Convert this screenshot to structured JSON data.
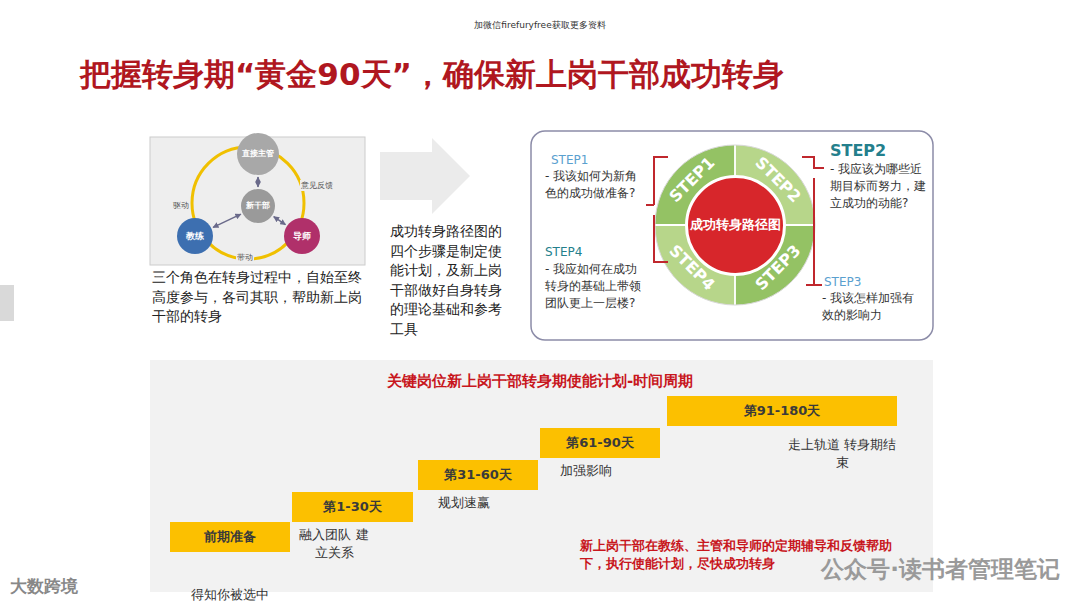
{
  "diagram": {
    "title": "把握转身期“黄金90天”，确保新上岗干部成功转身",
    "nodes": [
      {
        "text": [
          "直接主管"
        ]
      },
      {
        "text": [
          "新干部"
        ]
      },
      {
        "text": [
          "教练"
        ]
      },
      {
        "text": [
          "导师"
        ]
      },
      {
        "text": [
          "成功转身路径图"
        ]
      },
      {
        "text": [
          "前期准备",
          "得知你被选中"
        ]
      },
      {
        "text": [
          "第1-30天",
          "融入团队 建立关系"
        ]
      },
      {
        "text": [
          "第31-60天",
          "规划速赢"
        ]
      },
      {
        "text": [
          "第61-90天",
          "加强影响"
        ]
      },
      {
        "text": [
          "第91-180天",
          "走上轨道 转身期结束"
        ]
      }
    ],
    "edges": [
      {
        "from": 0,
        "to": 1,
        "arrow": "both"
      },
      {
        "from": 2,
        "to": 1,
        "arrow": "both"
      },
      {
        "from": 3,
        "to": 1,
        "arrow": "both"
      }
    ],
    "labels": [
      "加微信firefuryfree获取更多资料",
      "三个角色在转身过程中，自始至终高度参与，各司其职，帮助新上岗干部的转身",
      "驱动",
      "意见反馈",
      "带动",
      "成功转身路径图的四个步骤是制定使能计划，及新上岗干部做好自身转身的理论基础和参考工具",
      "STEP1",
      "STEP2",
      "STEP3",
      "STEP4",
      "STEP1",
      "- 我该如何为新角色的成功做准备?",
      "STEP2",
      "- 我应该为哪些近期目标而努力，建立成功的动能?",
      "STEP4",
      "- 我应如何在成功转身的基础上带领团队更上一层楼?",
      "STEP3",
      "- 我该怎样加强有效的影响力",
      "关键岗位新上岗干部转身期使能计划-时间周期",
      "新上岗干部在教练、主管和导师的定期辅导和反馈帮助下，执行使能计划，尽快成功转身",
      "大数跨境",
      "公众号·读书者管理笔记"
    ]
  }
}
